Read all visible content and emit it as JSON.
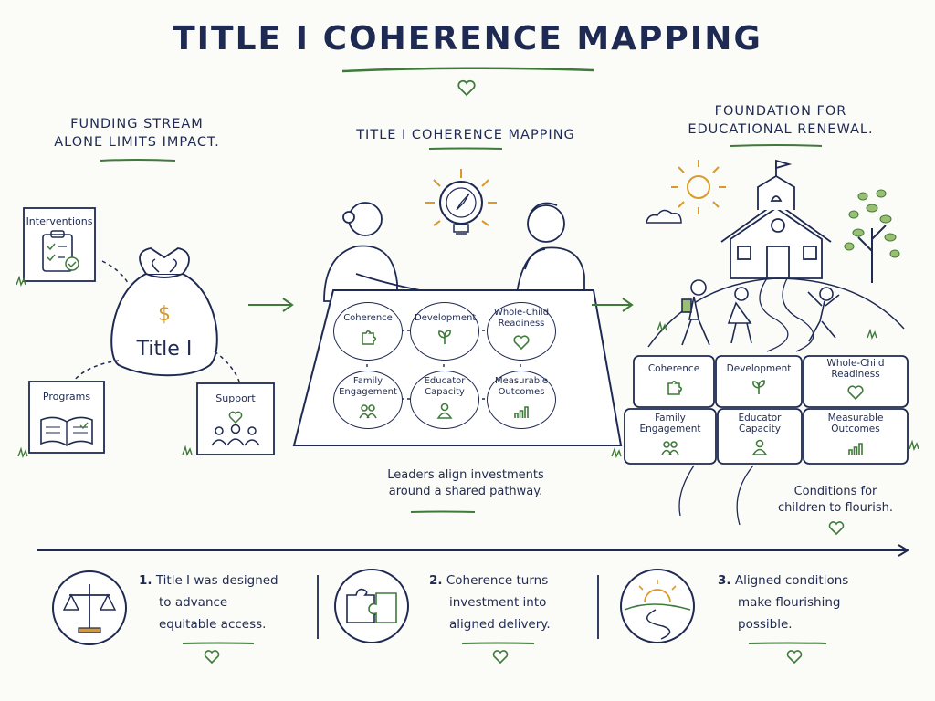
{
  "title": "TITLE I COHERENCE MAPPING",
  "left": {
    "caption": [
      "FUNDING STREAM",
      "ALONE LIMITS IMPACT."
    ],
    "bag_label": "Title I",
    "bag_symbol": "$",
    "cards": {
      "interventions": "Interventions",
      "programs": "Programs",
      "support": "Support"
    }
  },
  "middle": {
    "caption": "TITLE I COHERENCE MAPPING",
    "nodes": [
      {
        "label": "Coherence",
        "icon": "puzzle-icon"
      },
      {
        "label": "Development",
        "icon": "sprout-icon"
      },
      {
        "label": "Whole-Child Readiness",
        "icon": "heart-icon"
      },
      {
        "label": "Family Engagement",
        "icon": "people-icon"
      },
      {
        "label": "Educator Capacity",
        "icon": "person-icon"
      },
      {
        "label": "Measurable Outcomes",
        "icon": "bar-chart-icon"
      }
    ],
    "subcaption": [
      "Leaders align investments",
      "around a shared pathway."
    ]
  },
  "right": {
    "caption": [
      "FOUNDATION FOR",
      "EDUCATIONAL RENEWAL."
    ],
    "blocks": [
      {
        "label": "Coherence",
        "icon": "puzzle-icon"
      },
      {
        "label": "Development",
        "icon": "sprout-icon"
      },
      {
        "label": "Whole-Child Readiness",
        "icon": "heart-icon"
      },
      {
        "label": "Family Engagement",
        "icon": "people-icon"
      },
      {
        "label": "Educator Capacity",
        "icon": "person-icon"
      },
      {
        "label": "Measurable Outcomes",
        "icon": "bar-chart-icon"
      }
    ],
    "subcaption": [
      "Conditions for",
      "children to flourish."
    ]
  },
  "footer": [
    {
      "num": "1.",
      "lines": [
        "Title I was designed",
        "to advance",
        "equitable access."
      ],
      "icon": "scales-icon"
    },
    {
      "num": "2.",
      "lines": [
        "Coherence turns",
        "investment into",
        "aligned delivery."
      ],
      "icon": "puzzle-icon"
    },
    {
      "num": "3.",
      "lines": [
        "Aligned conditions",
        "make flourishing",
        "possible."
      ],
      "icon": "sunrise-path-icon"
    }
  ],
  "colors": {
    "ink": "#1f2a52",
    "green": "#3f7a3a",
    "gold": "#d99a2b"
  }
}
